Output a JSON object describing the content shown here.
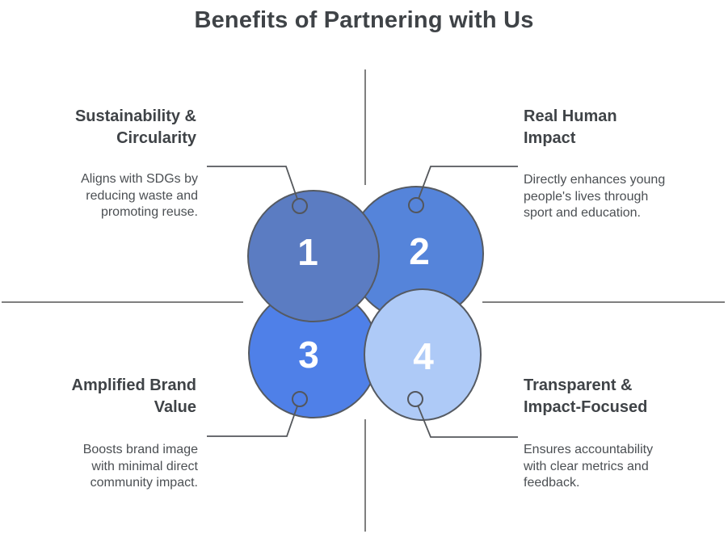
{
  "title": "Benefits of Partnering with Us",
  "quadrants": [
    {
      "number": "1",
      "heading": "Sustainability &\nCircularity",
      "description": "Aligns with SDGs by\nreducing waste and\npromoting reuse.",
      "circle_fill": "#5B7CC2"
    },
    {
      "number": "2",
      "heading": "Real Human\nImpact",
      "description": "Directly enhances young\npeople's lives through\nsport and education.",
      "circle_fill": "#5584DA"
    },
    {
      "number": "3",
      "heading": "Amplified Brand\nValue",
      "description": "Boosts brand image\nwith minimal direct\ncommunity impact.",
      "circle_fill": "#4F80E8"
    },
    {
      "number": "4",
      "heading": "Transparent &\nImpact-Focused",
      "description": "Ensures accountability\nwith clear metrics and\nfeedback.",
      "circle_fill": "#AECAF7"
    }
  ],
  "colors": {
    "title_text": "#3F4347",
    "body_text": "#4B4F53",
    "circle_outline": "#555A62",
    "axis_line": "#7F7F7F",
    "callout_line": "#55585C",
    "number_text": "#FFFFFF",
    "background": "#FFFFFF"
  }
}
